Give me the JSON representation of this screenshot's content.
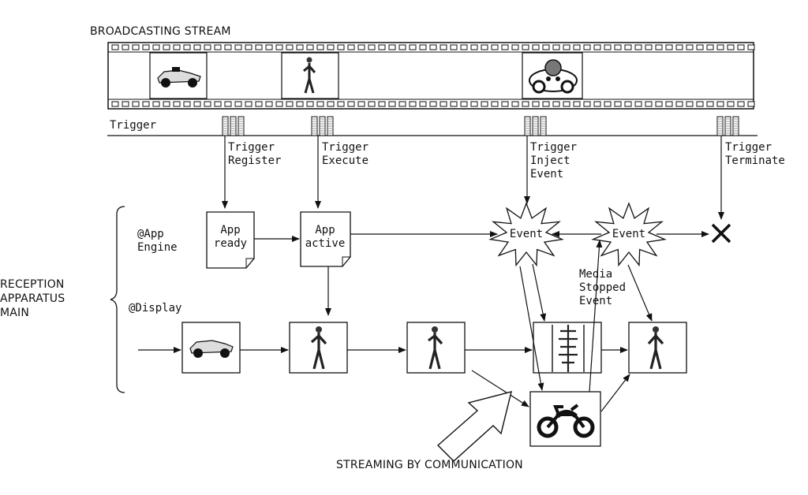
{
  "header": {
    "title": "BROADCASTING STREAM"
  },
  "trigger_line": {
    "label": "Trigger"
  },
  "triggers": {
    "register": "Trigger\nRegister",
    "execute": "Trigger\nExecute",
    "inject": "Trigger\nInject\nEvent",
    "terminate": "Trigger\nTerminate"
  },
  "rows": {
    "engine_label": "@App\nEngine",
    "display_label": "@Display",
    "main_label": "RECEPTION\nAPPARATUS\nMAIN"
  },
  "states": {
    "ready": "App\nready",
    "active": "App\nactive"
  },
  "events": {
    "event_1": "Event",
    "event_2": "Event",
    "media_stopped": "Media\nStopped\nEvent"
  },
  "footer": {
    "caption": "STREAMING BY COMMUNICATION"
  },
  "icons": [
    "race-car-icon",
    "golfer-icon",
    "cartoon-car-icon",
    "motorcycle-icon",
    "cross-icon"
  ]
}
